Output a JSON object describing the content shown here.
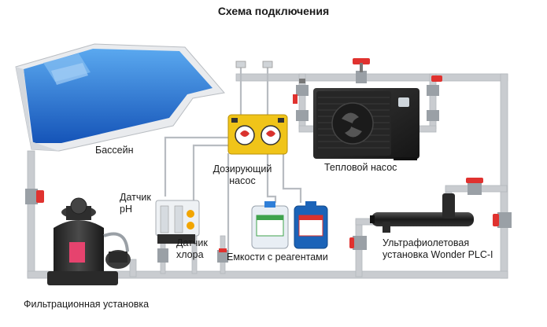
{
  "title": "Схема подключения",
  "labels": {
    "pool": "Бассейн",
    "dosing_pump": [
      "Дозирующий",
      "насос"
    ],
    "heat_pump": "Тепловой насос",
    "ph_sensor": [
      "Датчик",
      "pH"
    ],
    "chlorine_sensor": [
      "Датчик",
      "хлора"
    ],
    "reagent_tanks": "Емкости с реагентами",
    "uv_unit": [
      "Ультрафиолетовая",
      "установка Wonder PLC-I"
    ],
    "filter_unit": "Фильтрационная установка"
  },
  "colors": {
    "pipe": "#c9ccd0",
    "pipe_edge": "#b3b7bc",
    "valve_handle": "#e0322f",
    "pool_water": "#1f6fd0",
    "dosing_pump": "#f0c419",
    "tank_body": "#e8eef4",
    "tank_label_blue": "#1b63b8",
    "heat_pump": "#2a2a2a",
    "uv_lamp": "#262626",
    "filter_tank": "#2b2b2b"
  }
}
